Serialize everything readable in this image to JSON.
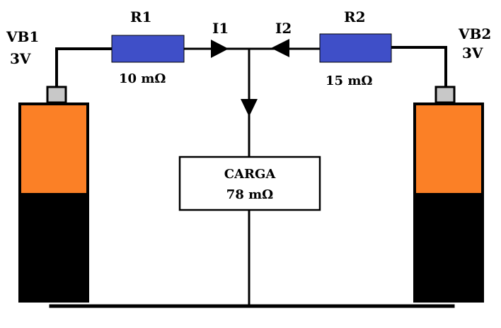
{
  "battery1": {
    "name": "VB1",
    "voltage": "3V"
  },
  "battery2": {
    "name": "VB2",
    "voltage": "3V"
  },
  "resistor1": {
    "name": "R1",
    "value": "10 mΩ"
  },
  "resistor2": {
    "name": "R2",
    "value": "15 mΩ"
  },
  "current1": "I1",
  "current2": "I2",
  "load": {
    "name": "CARGA",
    "value": "78 mΩ"
  },
  "colors": {
    "wire": "#000000",
    "resistor": "#3f4fc8",
    "battery_top": "#fb8026",
    "battery_bottom": "#000000",
    "battery_terminal": "#c8c8c8"
  }
}
